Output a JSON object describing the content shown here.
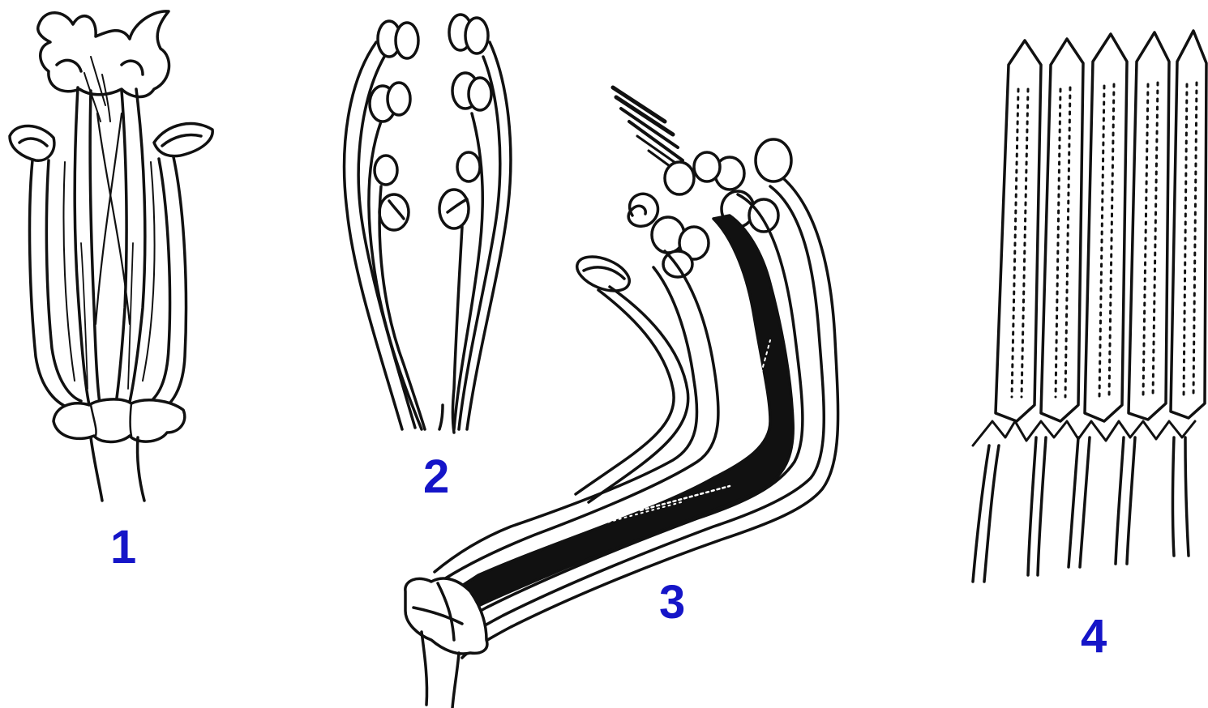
{
  "labels": {
    "fig1": "1",
    "fig2": "2",
    "fig3": "3",
    "fig4": "4"
  },
  "figures": [
    {
      "id": "fig1",
      "depicts": "flower-with-stamens-and-pistil"
    },
    {
      "id": "fig2",
      "depicts": "two-groups-of-stamens"
    },
    {
      "id": "fig3",
      "depicts": "curved-fused-stamen-tube"
    },
    {
      "id": "fig4",
      "depicts": "fused-anther-tube-opened-flat"
    }
  ],
  "colors": {
    "label": "#1515c8",
    "ink": "#111111",
    "paper": "#ffffff"
  }
}
